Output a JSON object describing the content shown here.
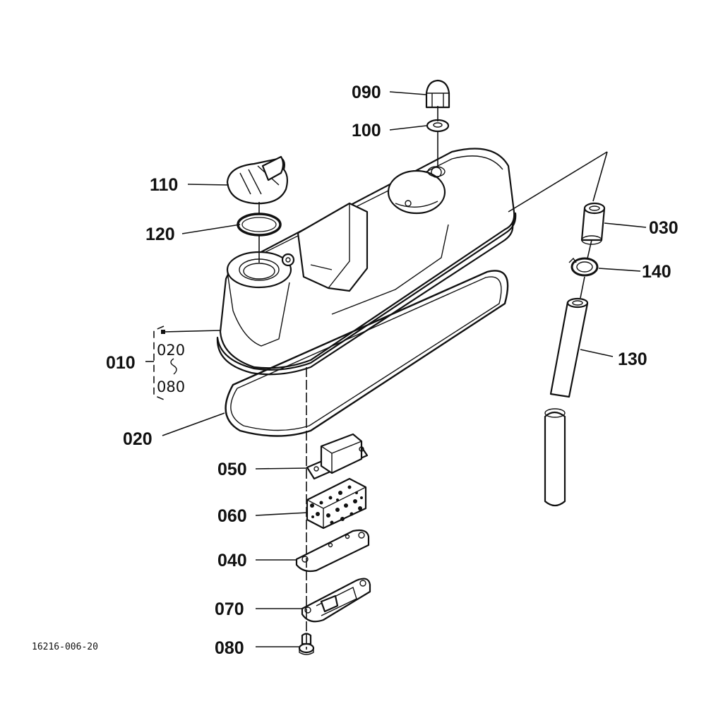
{
  "labels": {
    "p090": "090",
    "p100": "100",
    "p110": "110",
    "p120": "120",
    "p030": "030",
    "p140": "140",
    "p010": "010",
    "p010_from": "020",
    "p010_to": "080",
    "p130": "130",
    "p020": "020",
    "p050": "050",
    "p060": "060",
    "p040": "040",
    "p070": "070",
    "p080": "080"
  },
  "drawing_code": "16216-006-20"
}
